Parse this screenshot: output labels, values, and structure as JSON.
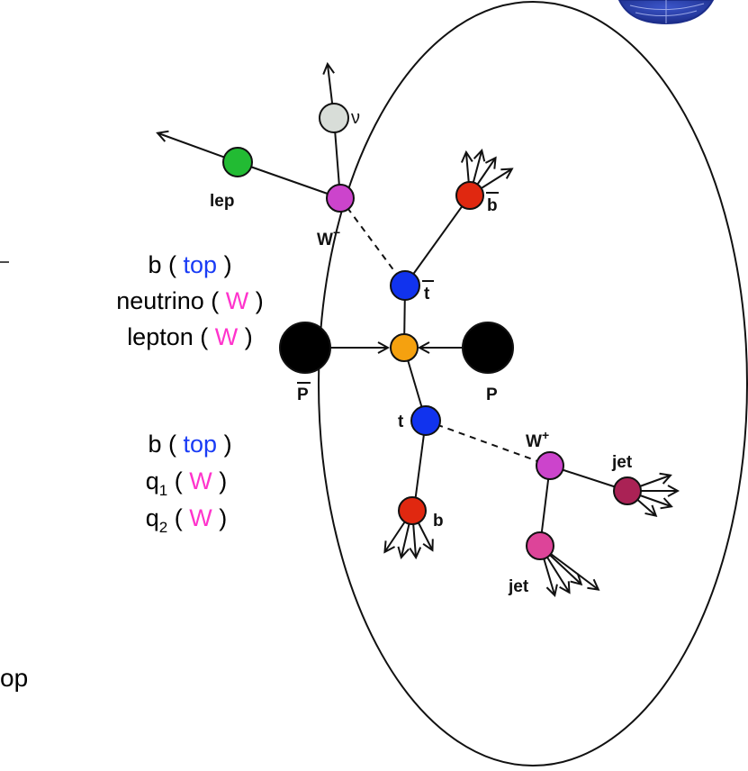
{
  "colors": {
    "top": "#1a3cf5",
    "w": "#ff33cc",
    "lepton_node": "#22bb33",
    "neutrino_node": "#d8ddd8",
    "w_node": "#cc44cc",
    "b_node": "#e02810",
    "jet_node_1": "#aa2255",
    "jet_node_2": "#dd4499",
    "vertex_node": "#f5a10f",
    "proton_node": "#000000",
    "top_node": "#1133ee"
  },
  "left_labels": {
    "group1": {
      "line1": {
        "particle": "b",
        "parent": "top"
      },
      "line2": {
        "particle": "neutrino",
        "parent": "W"
      },
      "line3": {
        "particle": "lepton",
        "parent": "W"
      }
    },
    "group2": {
      "line1": {
        "particle": "b",
        "parent": "top"
      },
      "line2": {
        "particle": "q",
        "sub": "1",
        "parent": "W"
      },
      "line3": {
        "particle": "q",
        "sub": "2",
        "parent": "W"
      }
    },
    "paren_open": "(",
    "paren_close": ")"
  },
  "partial_text": "op",
  "diagram_labels": {
    "neutrino": "ν",
    "lepton": "lep",
    "w_minus": "W",
    "w_minus_sign": "−",
    "bbar": "b",
    "tbar": "t",
    "pbar": "P",
    "p": "P",
    "t": "t",
    "w_plus": "W",
    "w_plus_sign": "+",
    "jet1": "jet",
    "jet2": "jet",
    "b": "b"
  }
}
